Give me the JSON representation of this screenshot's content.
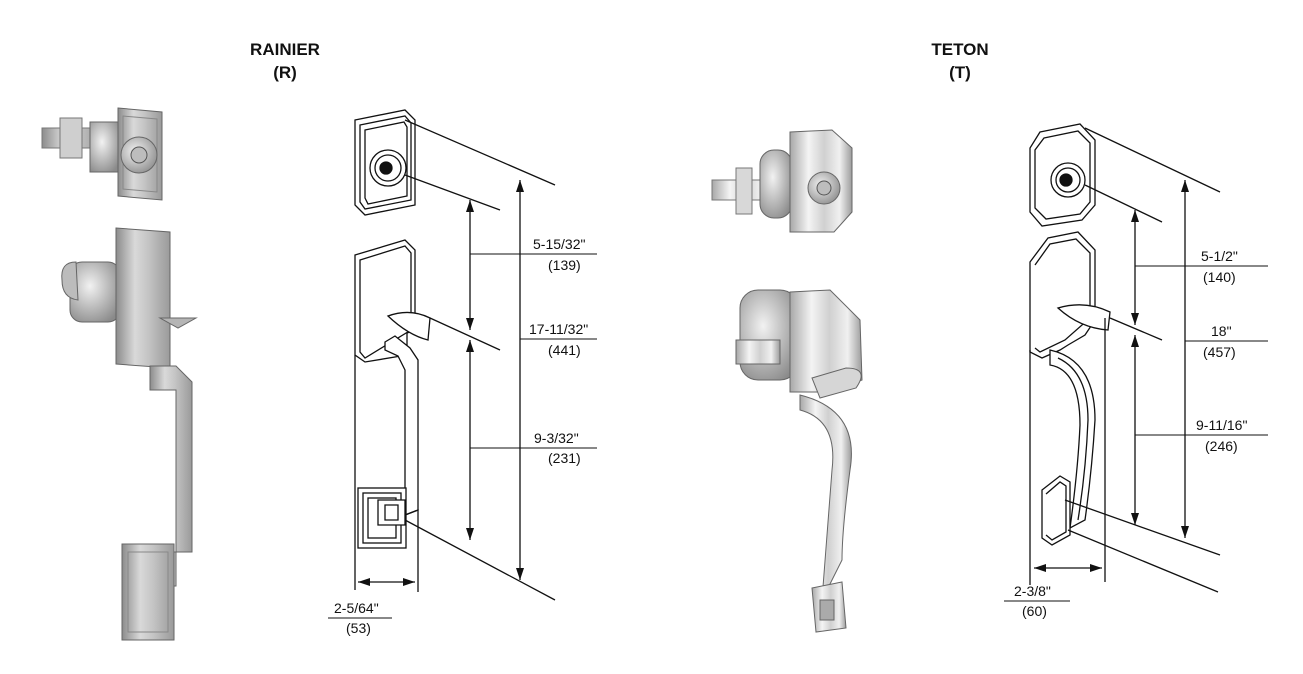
{
  "rainier": {
    "name": "RAINIER",
    "code": "(R)",
    "dims": {
      "deadbolt_to_handle": {
        "imperial": "5-15/32\"",
        "metric": "(139)"
      },
      "overall": {
        "imperial": "17-11/32\"",
        "metric": "(441)"
      },
      "handle_height": {
        "imperial": "9-3/32\"",
        "metric": "(231)"
      },
      "width": {
        "imperial": "2-5/64\"",
        "metric": "(53)"
      }
    }
  },
  "teton": {
    "name": "TETON",
    "code": "(T)",
    "dims": {
      "deadbolt_to_handle": {
        "imperial": "5-1/2\"",
        "metric": "(140)"
      },
      "overall": {
        "imperial": "18\"",
        "metric": "(457)"
      },
      "handle_height": {
        "imperial": "9-11/16\"",
        "metric": "(246)"
      },
      "width": {
        "imperial": "2-3/8\"",
        "metric": "(60)"
      }
    }
  },
  "colors": {
    "line": "#111111",
    "metal_light": "#e6e6e6",
    "metal_mid": "#b9b9b9",
    "metal_dark": "#7a7a7a"
  }
}
